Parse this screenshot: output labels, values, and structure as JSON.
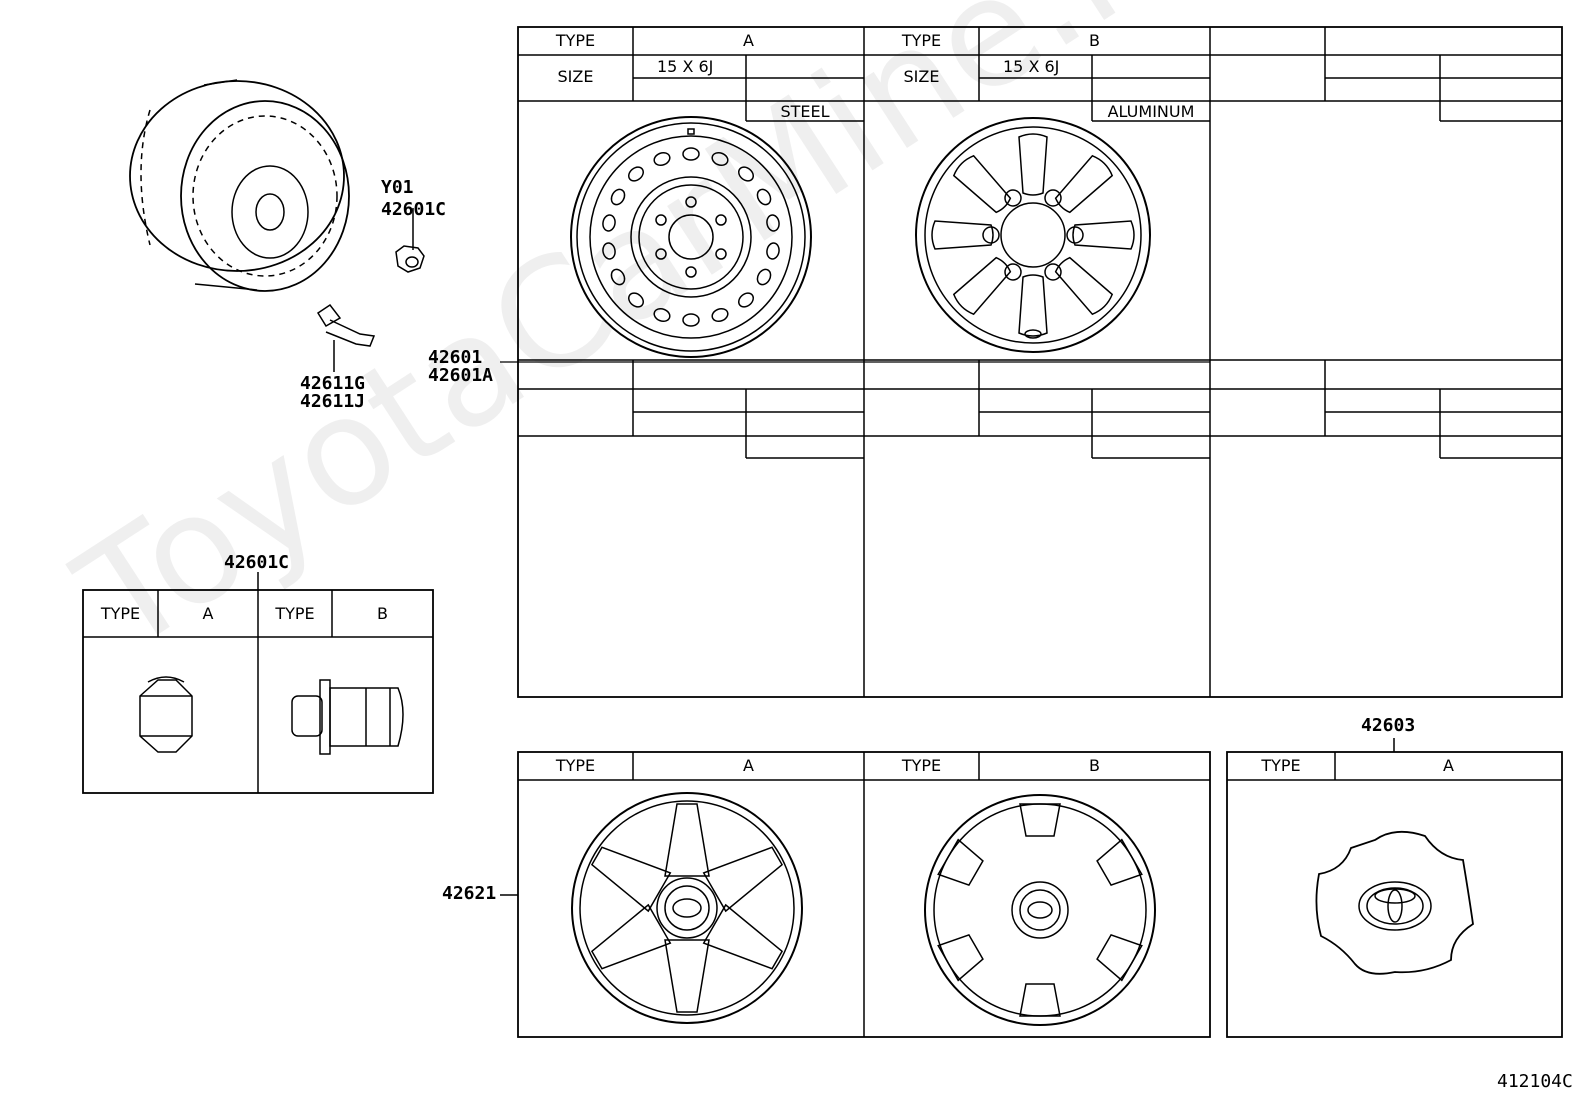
{
  "watermark": "ToyotaCarMine.ru",
  "labels": {
    "y01": "Y01",
    "nut_top": "42601C",
    "valve_a": "42611G",
    "valve_b": "42611J",
    "wheel_a": "42601",
    "wheel_b": "42601A",
    "nut_table": "42601C",
    "cap_wheel": "42621",
    "ornament": "42603",
    "figure_code": "412104C"
  },
  "wheel_table": {
    "type_header": "TYPE",
    "size_header": "SIZE",
    "col_a": {
      "type": "A",
      "size": "15 X 6J",
      "material": "STEEL"
    },
    "col_b": {
      "type": "B",
      "size": "15 X 6J",
      "material": "ALUMINUM"
    }
  },
  "nut_table": {
    "type_header": "TYPE",
    "col_a": "A",
    "col_b": "B"
  },
  "cap_table": {
    "type_header": "TYPE",
    "col_a": "A",
    "col_b": "B"
  },
  "ornament_table": {
    "type_header": "TYPE",
    "col_a": "A"
  }
}
